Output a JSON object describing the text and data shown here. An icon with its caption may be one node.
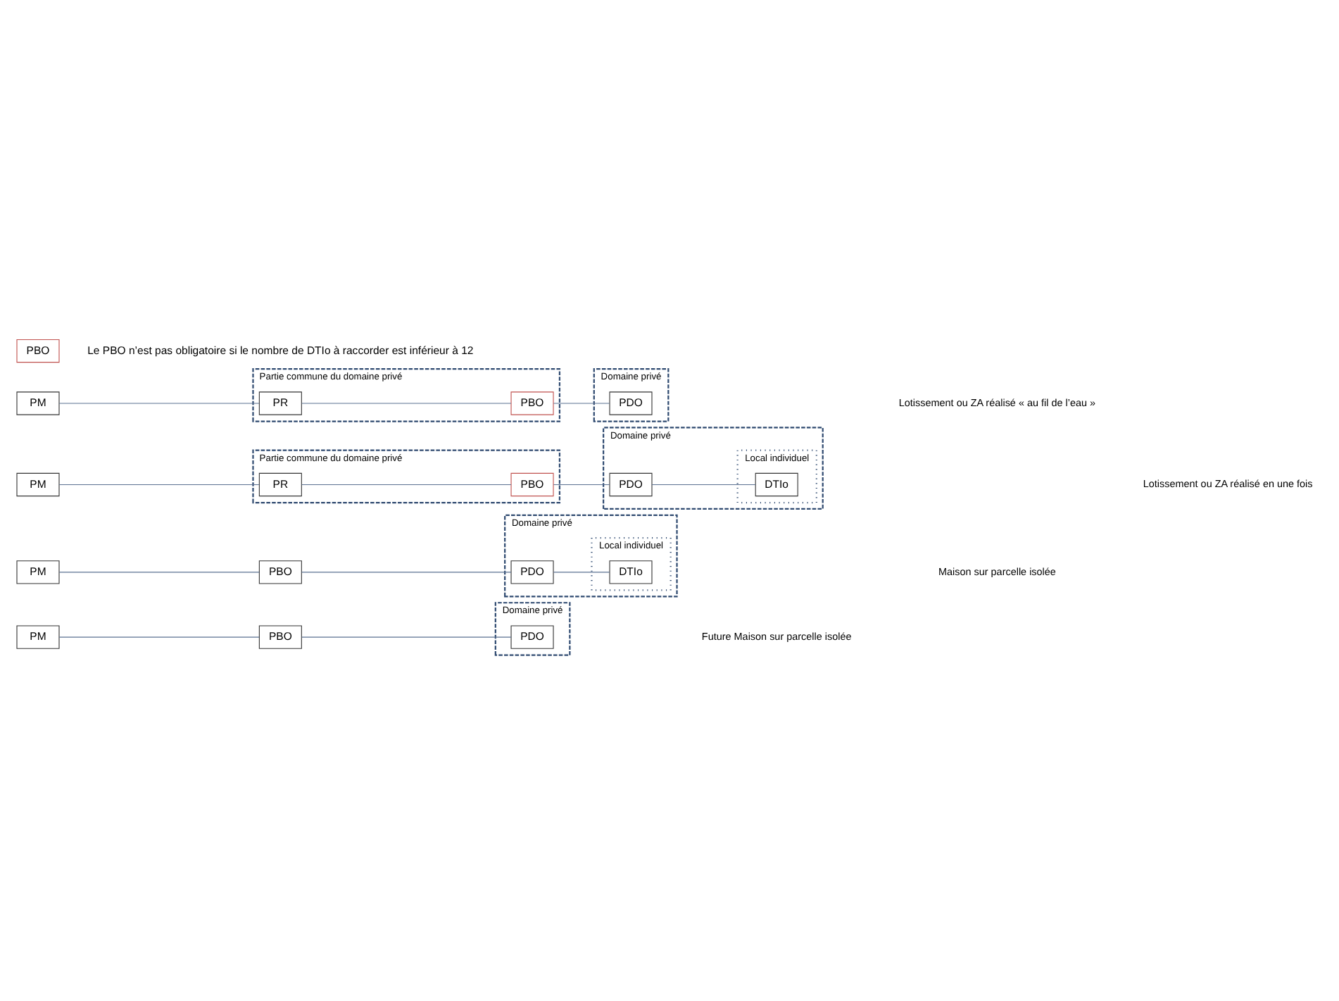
{
  "diagram": {
    "nodes": [
      {
        "text": [
          "PM"
        ]
      },
      {
        "text": [
          "PBO"
        ]
      },
      {
        "text": [
          "Domaine privé"
        ]
      },
      {
        "text": [
          "PDO"
        ],
        "in": 2
      },
      {
        "text": [
          "PM"
        ]
      },
      {
        "text": [
          "PBO"
        ]
      },
      {
        "text": [
          "Domaine privé"
        ]
      },
      {
        "text": [
          "PDO"
        ],
        "in": 6
      },
      {
        "text": [
          "Local individuel"
        ],
        "in": 6
      },
      {
        "text": [
          "DTIo"
        ],
        "in": 8
      },
      {
        "text": [
          "PM"
        ]
      },
      {
        "text": [
          "Partie commune du domaine privé"
        ]
      },
      {
        "text": [
          "PR"
        ],
        "in": 11
      },
      {
        "text": [
          "PBO"
        ],
        "in": 11
      },
      {
        "text": [
          "Domaine privé"
        ]
      },
      {
        "text": [
          "PDO"
        ],
        "in": 14
      },
      {
        "text": [
          "Local individuel"
        ],
        "in": 14
      },
      {
        "text": [
          "DTIo"
        ],
        "in": 16
      },
      {
        "text": [
          "PM"
        ]
      },
      {
        "text": [
          "Partie commune du domaine privé"
        ]
      },
      {
        "text": [
          "PR"
        ],
        "in": 19
      },
      {
        "text": [
          "PBO"
        ],
        "in": 19
      },
      {
        "text": [
          "Domaine privé"
        ]
      },
      {
        "text": [
          "PDO"
        ],
        "in": 22
      },
      {
        "text": [
          "PBO"
        ],
        "beside": [
          "Le PBO n’est pas obligatoire si le nombre de DTIo à raccorder est inférieur à 12"
        ]
      }
    ],
    "edges": [
      {
        "from": 0,
        "to": 1,
        "arrow": "none"
      },
      {
        "from": 1,
        "to": 3,
        "arrow": "none"
      },
      {
        "from": 4,
        "to": 5,
        "arrow": "none"
      },
      {
        "from": 5,
        "to": 7,
        "arrow": "none"
      },
      {
        "from": 7,
        "to": 9,
        "arrow": "none"
      },
      {
        "from": 10,
        "to": 12,
        "arrow": "none"
      },
      {
        "from": 12,
        "to": 13,
        "arrow": "none"
      },
      {
        "from": 13,
        "to": 15,
        "arrow": "none"
      },
      {
        "from": 15,
        "to": 17,
        "arrow": "none"
      },
      {
        "from": 18,
        "to": 20,
        "arrow": "none"
      },
      {
        "from": 20,
        "to": 21,
        "arrow": "none"
      },
      {
        "from": 21,
        "to": 23,
        "arrow": "none"
      }
    ],
    "labels": [
      "Future Maison sur parcelle isolée",
      "Maison sur parcelle isolée",
      "Lotissement ou ZA réalisé en une fois",
      "Lotissement ou ZA réalisé « au fil de l’eau »"
    ]
  }
}
